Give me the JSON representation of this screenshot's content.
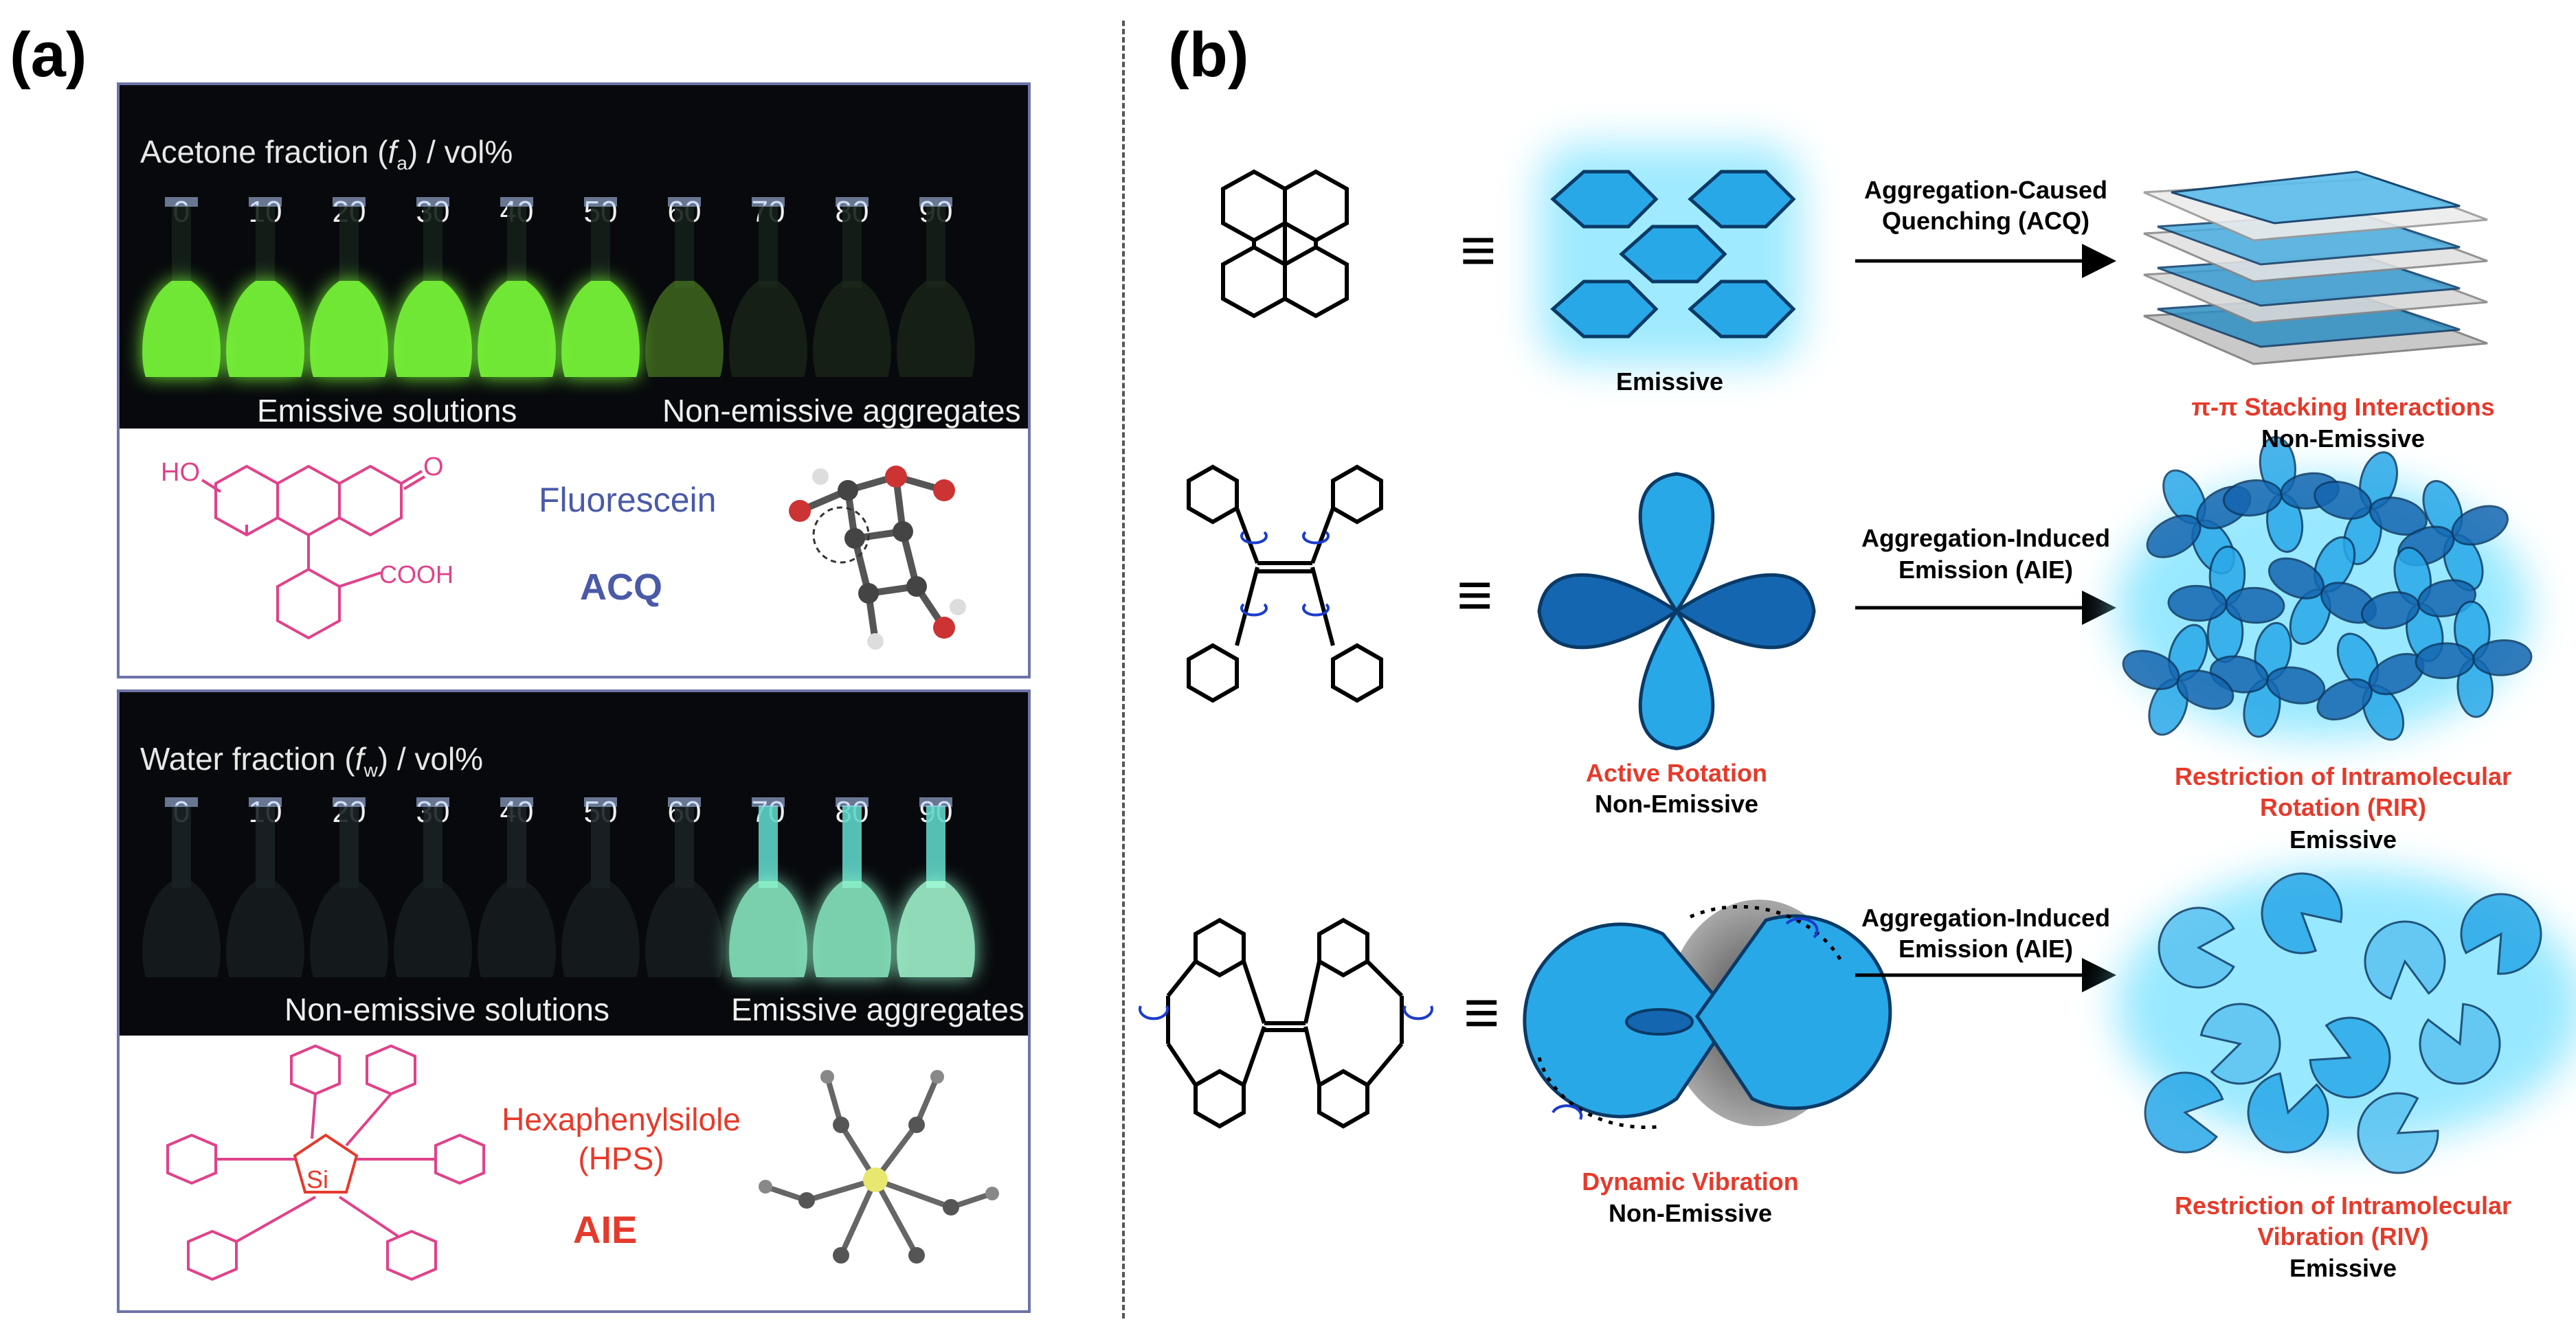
{
  "panel_a": {
    "label": "(a)",
    "acq_photo": {
      "title_prefix": "Acetone fraction (",
      "title_var": "f",
      "title_sub": "a",
      "title_suffix": ") / vol%",
      "fractions": [
        "0",
        "10",
        "20",
        "30",
        "40",
        "50",
        "60",
        "70",
        "80",
        "90"
      ],
      "caption_left": "Emissive solutions",
      "caption_right": "Non-emissive aggregates"
    },
    "acq_chem": {
      "ho": "HO",
      "o": "O",
      "cooh": "COOH",
      "name": "Fluorescein",
      "type": "ACQ"
    },
    "aie_photo": {
      "title_prefix": "Water fraction (",
      "title_var": "f",
      "title_sub": "w",
      "title_suffix": ") / vol%",
      "fractions": [
        "0",
        "10",
        "20",
        "30",
        "40",
        "50",
        "60",
        "70",
        "80",
        "90"
      ],
      "caption_left": "Non-emissive solutions",
      "caption_right": "Emissive aggregates"
    },
    "aie_chem": {
      "si": "Si",
      "name_line1": "Hexaphenylsilole",
      "name_line2": "(HPS)",
      "type": "AIE"
    }
  },
  "panel_b": {
    "label": "(b)",
    "row1": {
      "equiv": "≡",
      "state": "Emissive",
      "arrow_line1": "Aggregation-Caused",
      "arrow_line2": "Quenching (ACQ)",
      "result_red": "π-π Stacking Interactions",
      "result_black": "Non-Emissive"
    },
    "row2": {
      "equiv": "≡",
      "state_red": "Active Rotation",
      "state_black": "Non-Emissive",
      "arrow_line1": "Aggregation-Induced",
      "arrow_line2": "Emission (AIE)",
      "result_red_line1": "Restriction of Intramolecular",
      "result_red_line2": "Rotation (RIR)",
      "result_black": "Emissive"
    },
    "row3": {
      "equiv": "≡",
      "state_red": "Dynamic Vibration",
      "state_black": "Non-Emissive",
      "arrow_line1": "Aggregation-Induced",
      "arrow_line2": "Emission (AIE)",
      "result_red_line1": "Restriction of Intramolecular",
      "result_red_line2": "Vibration (RIV)",
      "result_black": "Emissive"
    }
  },
  "colors": {
    "glow_green": "#7cff3a",
    "glow_cyan": "#8ff3c8",
    "emissive_blue": "#29a8e8",
    "dark_blue": "#1466b0",
    "label_red": "#e53a2b",
    "fluorescein_pink": "#e0428a",
    "frame": "#6d74a8"
  }
}
